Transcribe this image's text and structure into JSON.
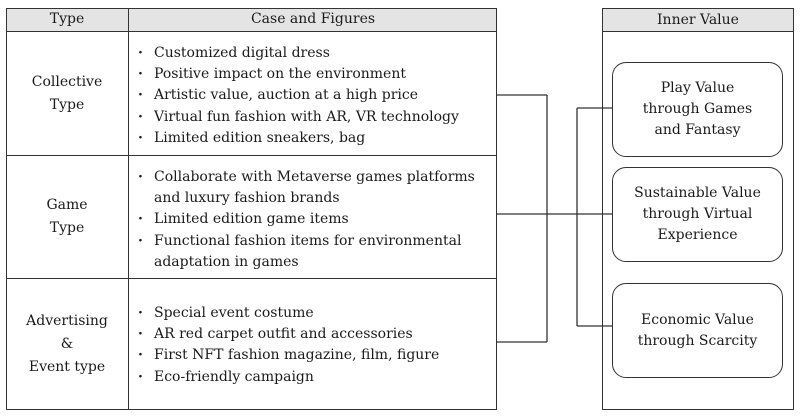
{
  "table": {
    "headers": {
      "type": "Type",
      "case": "Case and Figures"
    },
    "rows": [
      {
        "type_lines": [
          "Collective",
          "Type"
        ],
        "items": [
          "Customized digital dress",
          "Positive impact on the environment",
          "Artistic value, auction at a high price",
          "Virtual fun fashion with AR, VR technology",
          "Limited edition sneakers, bag"
        ]
      },
      {
        "type_lines": [
          "Game",
          "Type"
        ],
        "items": [
          "Collaborate with Metaverse games platforms and luxury fashion brands",
          "Limited edition game items",
          "Functional fashion items for environmental adaptation in games"
        ]
      },
      {
        "type_lines": [
          "Advertising",
          "&",
          "Event type"
        ],
        "items": [
          "Special event costume",
          "AR red carpet outfit and accessories",
          "First NFT fashion magazine, film, figure",
          "Eco-friendly campaign"
        ]
      }
    ]
  },
  "inner_value": {
    "header": "Inner Value",
    "values": [
      "Play Value through Games and Fantasy",
      "Sustainable Value through Virtual Experience",
      "Economic Value through Scarcity"
    ]
  },
  "colors": {
    "header_fill": "#e4e4e4",
    "line": "#333333"
  }
}
